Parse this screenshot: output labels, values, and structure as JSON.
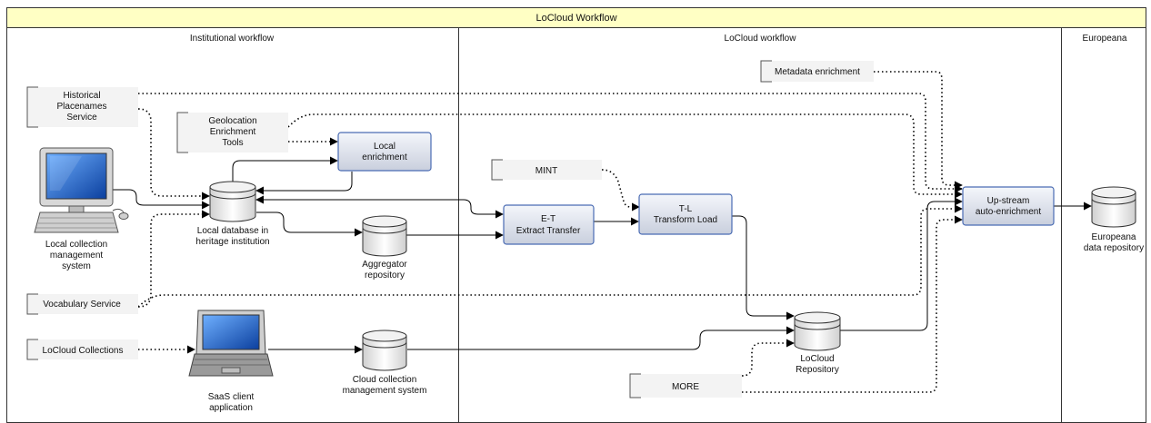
{
  "title": "LoCloud Workflow",
  "lanes": {
    "institutional": "Institutional workflow",
    "locloud": "LoCloud workflow",
    "europeana": "Europeana"
  },
  "nodes": {
    "historical_placenames": [
      "Historical",
      "Placenames",
      "Service"
    ],
    "geolocation_tools": [
      "Geolocation",
      "Enrichment",
      "Tools"
    ],
    "local_enrichment": [
      "Local",
      "enrichment"
    ],
    "local_cms": [
      "Local collection",
      "management",
      "system"
    ],
    "local_database": [
      "Local database in",
      "heritage institution"
    ],
    "aggregator_repository": [
      "Aggregator",
      "repository"
    ],
    "vocabulary_service": "Vocabulary Service",
    "locloud_collections": "LoCloud Collections",
    "saas_client": [
      "SaaS client",
      "application"
    ],
    "cloud_cms": [
      "Cloud collection",
      "management system"
    ],
    "metadata_enrichment": "Metadata enrichment",
    "mint": "MINT",
    "extract_transfer": [
      "E-T",
      "Extract Transfer"
    ],
    "transform_load": [
      "T-L",
      "Transform Load"
    ],
    "locloud_repository": [
      "LoCloud",
      "Repository"
    ],
    "more": "MORE",
    "upstream_enrichment": [
      "Up-stream",
      "auto-enrichment"
    ],
    "europeana_repository": [
      "Europeana",
      "data repository"
    ]
  },
  "colors": {
    "title_bar": "#ffffc4",
    "border": "#333333",
    "process_fill": "#dde2ee",
    "process_stroke": "#4a6cb3",
    "monitor_screen": "#1d5fc4"
  }
}
